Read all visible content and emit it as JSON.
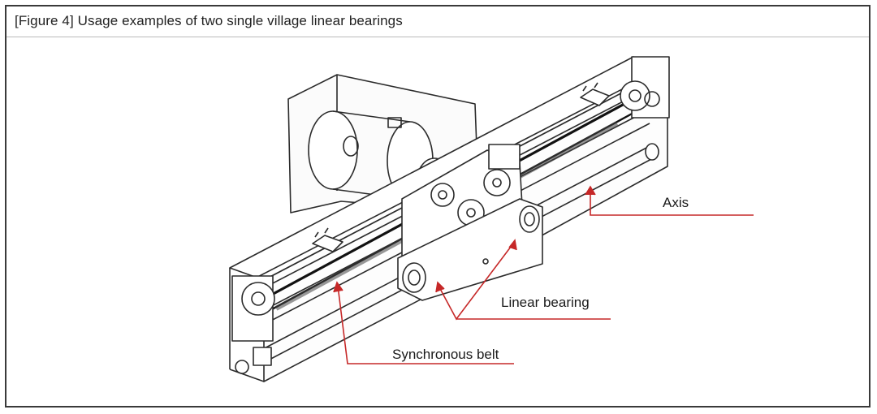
{
  "figure": {
    "caption": "[Figure 4] Usage examples of two single village linear bearings"
  },
  "labels": {
    "axis": "Axis",
    "linear_bearing": "Linear bearing",
    "synchronous_belt": "Synchronous belt"
  },
  "colors": {
    "frame": "#3a3a3a",
    "line_art": "#2b2b2b",
    "callout": "#c62828"
  }
}
